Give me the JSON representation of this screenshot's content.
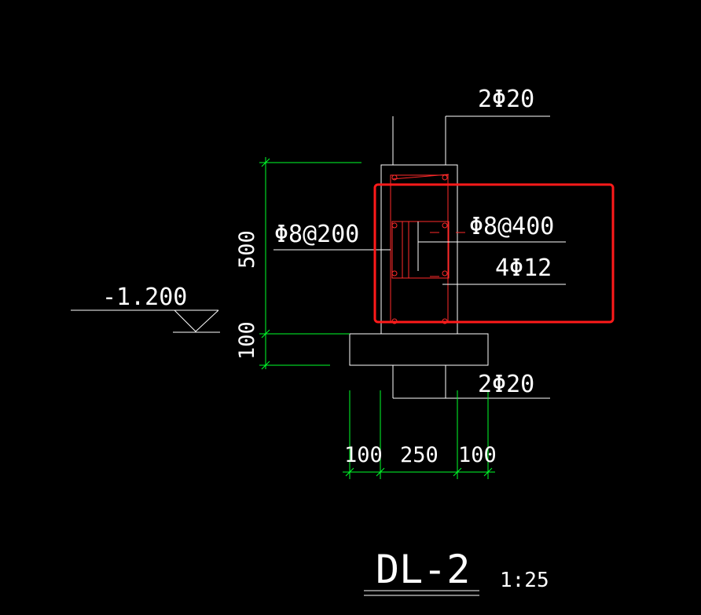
{
  "labels": {
    "top_bar": "2Φ20",
    "bottom_bar": "2Φ20",
    "stirrup": "Φ8@200",
    "tie": "Φ8@400",
    "side_bars": "4Φ12",
    "elevation": "-1.200"
  },
  "dimensions": {
    "beam_height": "500",
    "bed_thickness": "100",
    "bed_left": "100",
    "beam_width": "250",
    "bed_right": "100"
  },
  "title": {
    "name": "DL-2",
    "scale": "1:25"
  },
  "colors": {
    "background": "#000000",
    "lines": "#ffffff",
    "dimension_lines": "#00ff2a",
    "rebar": "#ff2a2a",
    "highlight": "#ff1a1a"
  }
}
